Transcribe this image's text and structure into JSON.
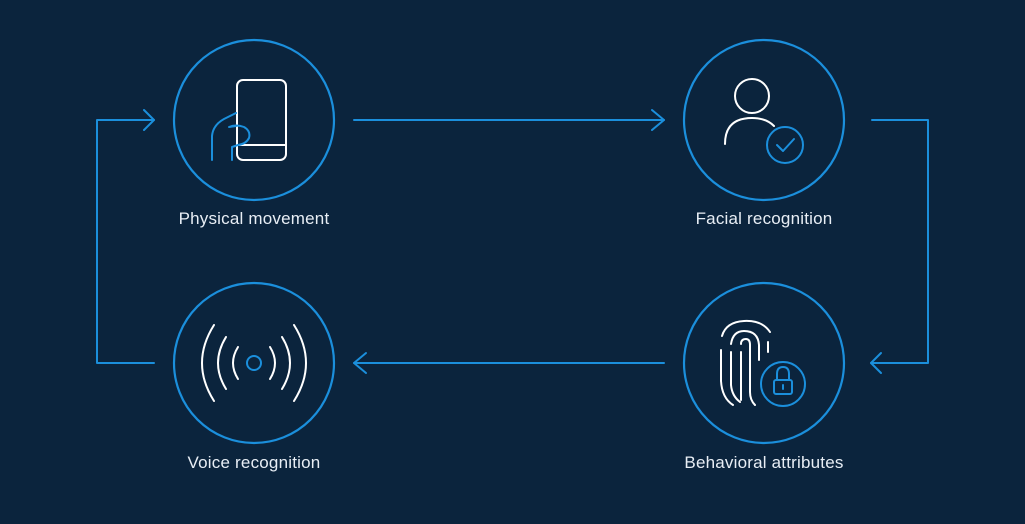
{
  "colors": {
    "background": "#0b243d",
    "accent": "#1b8fdc",
    "icon": "#ffffff",
    "text": "#e8eef5"
  },
  "nodes": [
    {
      "id": "physical",
      "label": "Physical movement",
      "icon": "hand-phone-icon"
    },
    {
      "id": "facial",
      "label": "Facial recognition",
      "icon": "user-check-icon"
    },
    {
      "id": "behavioral",
      "label": "Behavioral attributes",
      "icon": "fingerprint-lock-icon"
    },
    {
      "id": "voice",
      "label": "Voice recognition",
      "icon": "sound-waves-icon"
    }
  ],
  "flow": [
    "physical",
    "facial",
    "behavioral",
    "voice",
    "physical"
  ]
}
